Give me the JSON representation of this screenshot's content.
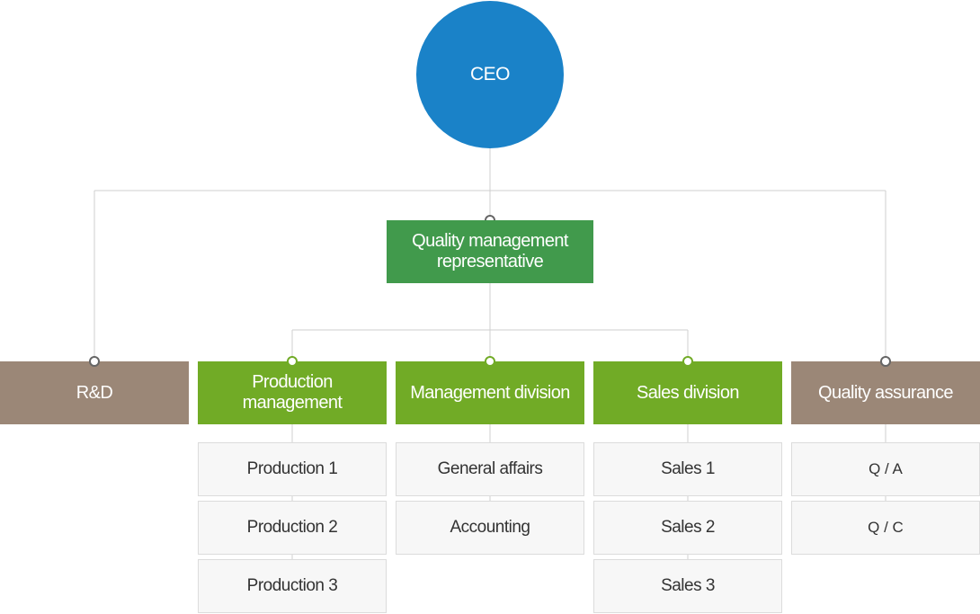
{
  "ceo": {
    "label": "CEO"
  },
  "representative": {
    "label": "Quality management representative"
  },
  "departments": [
    {
      "id": "rnd",
      "label": "R&D",
      "items": []
    },
    {
      "id": "production",
      "label": "Production management",
      "items": [
        "Production 1",
        "Production 2",
        "Production 3"
      ]
    },
    {
      "id": "management",
      "label": "Management division",
      "items": [
        "General affairs",
        "Accounting"
      ]
    },
    {
      "id": "sales",
      "label": "Sales division",
      "items": [
        "Sales 1",
        "Sales 2",
        "Sales 3"
      ]
    },
    {
      "id": "qa",
      "label": "Quality assurance",
      "items": [
        "Q / A",
        "Q / C"
      ]
    }
  ],
  "colors": {
    "ceo": "#1a82c8",
    "representative": "#419a4c",
    "staff_department": "#9b8777",
    "line_department": "#71ab26",
    "sub_unit_background": "#f7f7f7",
    "connector": "#cccccc"
  }
}
